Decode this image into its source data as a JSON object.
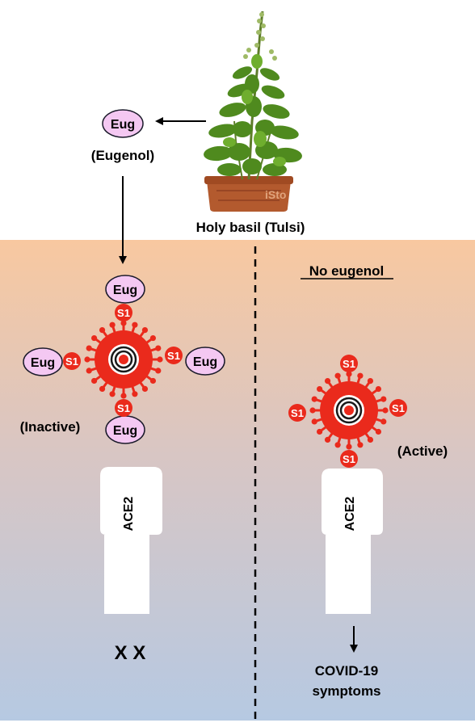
{
  "top": {
    "plant_label": "Holy basil (Tulsi)",
    "eugenol_abbrev": "Eug",
    "eugenol_name": "(Eugenol)",
    "watermark": "iSto"
  },
  "left_panel": {
    "eug_label": "Eug",
    "s1_label": "S1",
    "state_label": "(Inactive)",
    "receptor_label": "ACE2",
    "result_label": "X X"
  },
  "right_panel": {
    "heading": "No eugenol",
    "s1_label": "S1",
    "state_label": "(Active)",
    "receptor_label": "ACE2",
    "outcome_line1": "COVID-19",
    "outcome_line2": "symptoms"
  },
  "colors": {
    "virus_red": "#ea2a1c",
    "eug_fill": "#f4c8f2",
    "bg_top": "#f8c8a0",
    "bg_bottom": "#b4c8e2"
  }
}
